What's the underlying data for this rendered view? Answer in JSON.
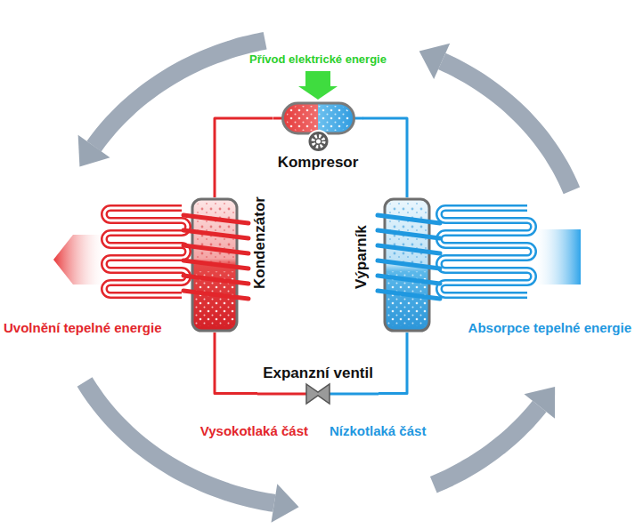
{
  "diagram": {
    "nodes": [
      {
        "text": [
          "Kompresor"
        ]
      },
      {
        "text": [
          "Kondenzátor"
        ]
      },
      {
        "text": [
          "Výparník"
        ]
      },
      {
        "text": [
          "Expanzní ventil"
        ]
      }
    ],
    "edges": [
      {
        "from": 0,
        "to": 1,
        "arrow": "none"
      },
      {
        "from": 1,
        "to": 3,
        "arrow": "none"
      },
      {
        "from": 3,
        "to": 2,
        "arrow": "none"
      },
      {
        "from": 2,
        "to": 0,
        "arrow": "none"
      }
    ],
    "labels": [
      "Přívod elektrické energie",
      "Uvolnění tepelné energie",
      "Absorpce tepelné energie",
      "Vysokotlaká část",
      "Nízkotlaká část"
    ]
  }
}
